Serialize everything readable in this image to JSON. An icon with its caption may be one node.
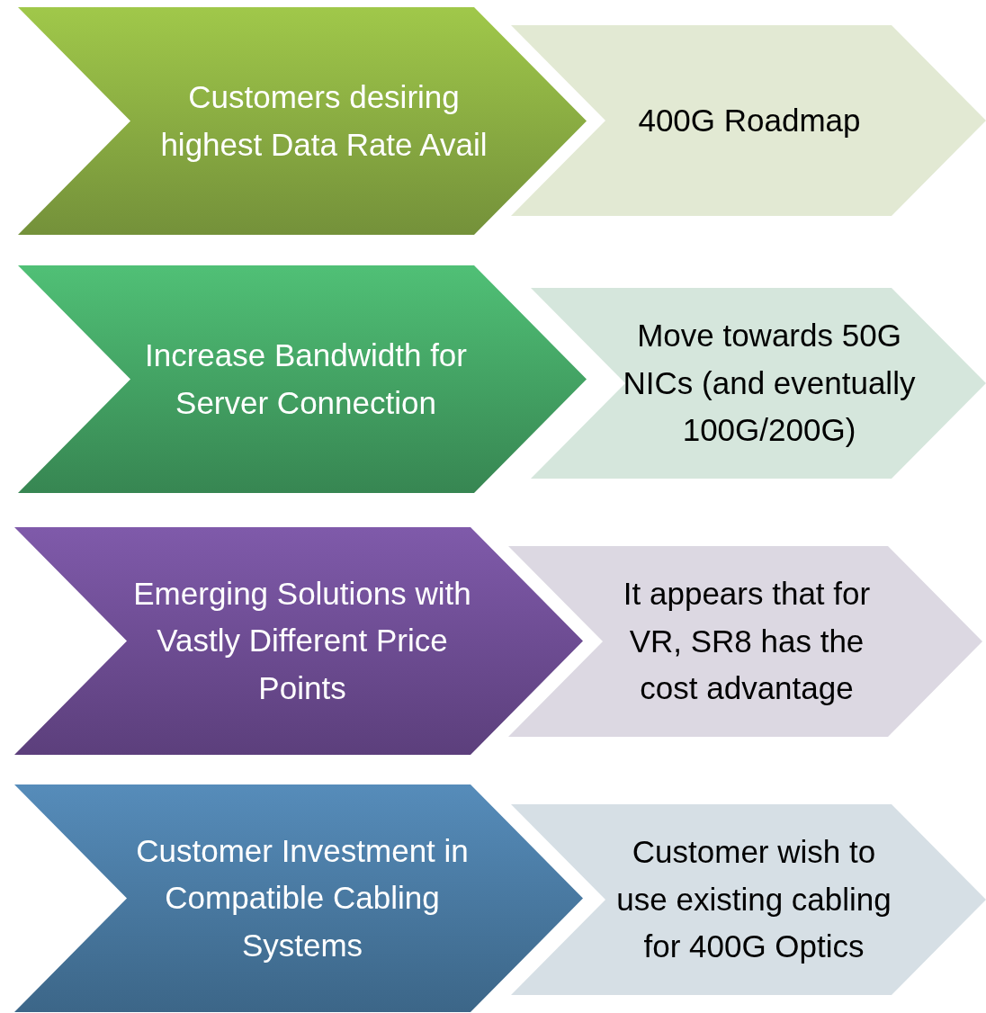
{
  "diagram": {
    "nodes": [
      {
        "text": [
          "Customers desiring highest Data Rate Avail"
        ]
      },
      {
        "text": [
          "400G Roadmap"
        ]
      },
      {
        "text": [
          "Increase Bandwidth for Server Connection"
        ]
      },
      {
        "text": [
          "Move towards 50G NICs (and eventually 100G/200G)"
        ]
      },
      {
        "text": [
          "Emerging Solutions with Vastly Different Price Points"
        ]
      },
      {
        "text": [
          "It appears that for VR, SR8 has the cost advantage"
        ]
      },
      {
        "text": [
          "Customer Investment in Compatible Cabling Systems"
        ]
      },
      {
        "text": [
          "Customer wish to use existing cabling for 400G Optics"
        ]
      }
    ]
  }
}
